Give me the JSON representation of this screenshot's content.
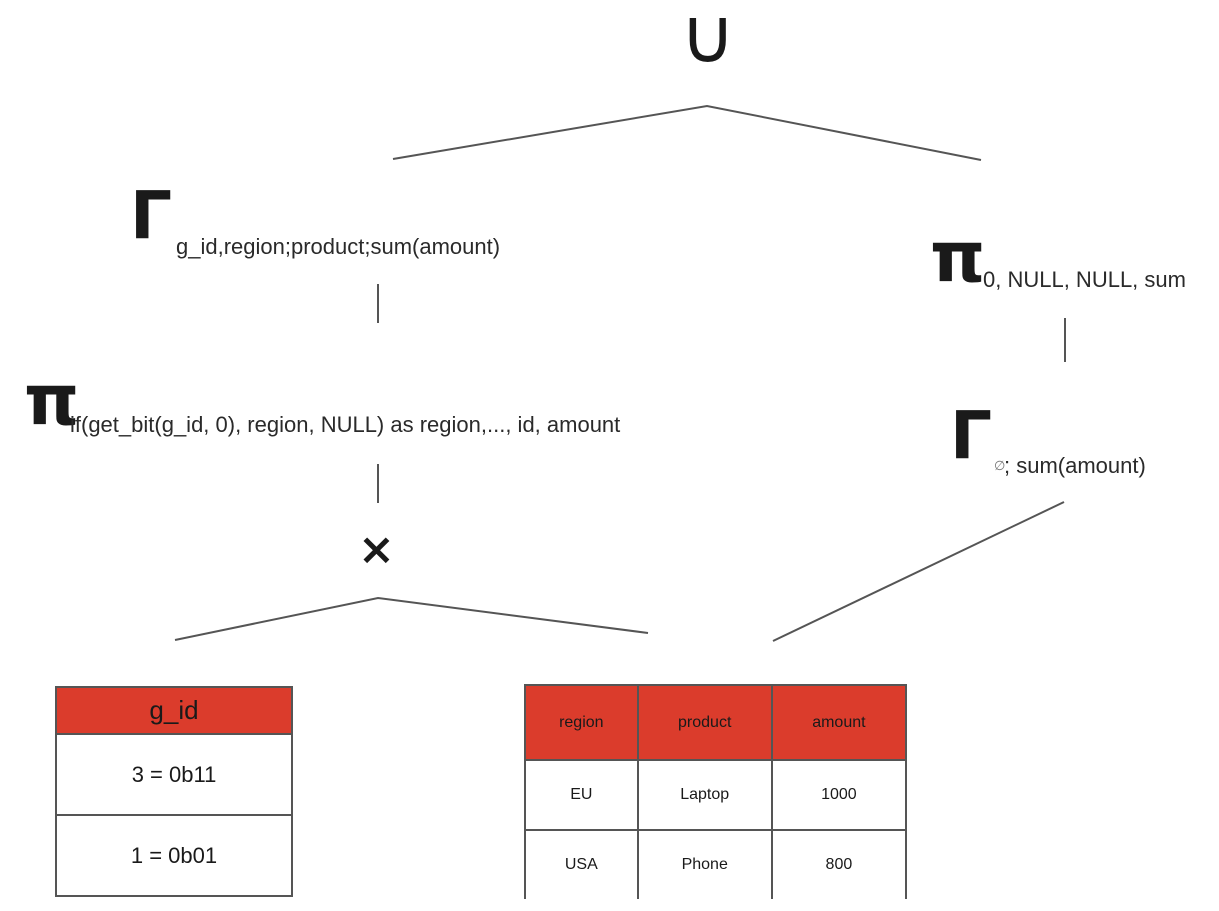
{
  "diagram": {
    "union_op": "∪",
    "left_branch": {
      "aggregate_symbol": "Γ",
      "aggregate_subscript": "g_id,region;product;sum(amount)",
      "project_symbol": "π",
      "project_subscript": "if(get_bit(g_id, 0), region, NULL) as region,..., id, amount",
      "cross_product_symbol": "×"
    },
    "right_branch": {
      "project_symbol": "π",
      "project_subscript": "0, NULL, NULL, sum",
      "aggregate_symbol": "Γ",
      "aggregate_subscript_empty": "∅",
      "aggregate_subscript": "; sum(amount)"
    },
    "gid_table": {
      "header": "g_id",
      "rows": [
        "3 = 0b11",
        "1 = 0b01"
      ]
    },
    "data_table": {
      "headers": [
        "region",
        "product",
        "amount"
      ],
      "rows": [
        [
          "EU",
          "Laptop",
          "1000"
        ],
        [
          "USA",
          "Phone",
          "800"
        ]
      ]
    }
  }
}
